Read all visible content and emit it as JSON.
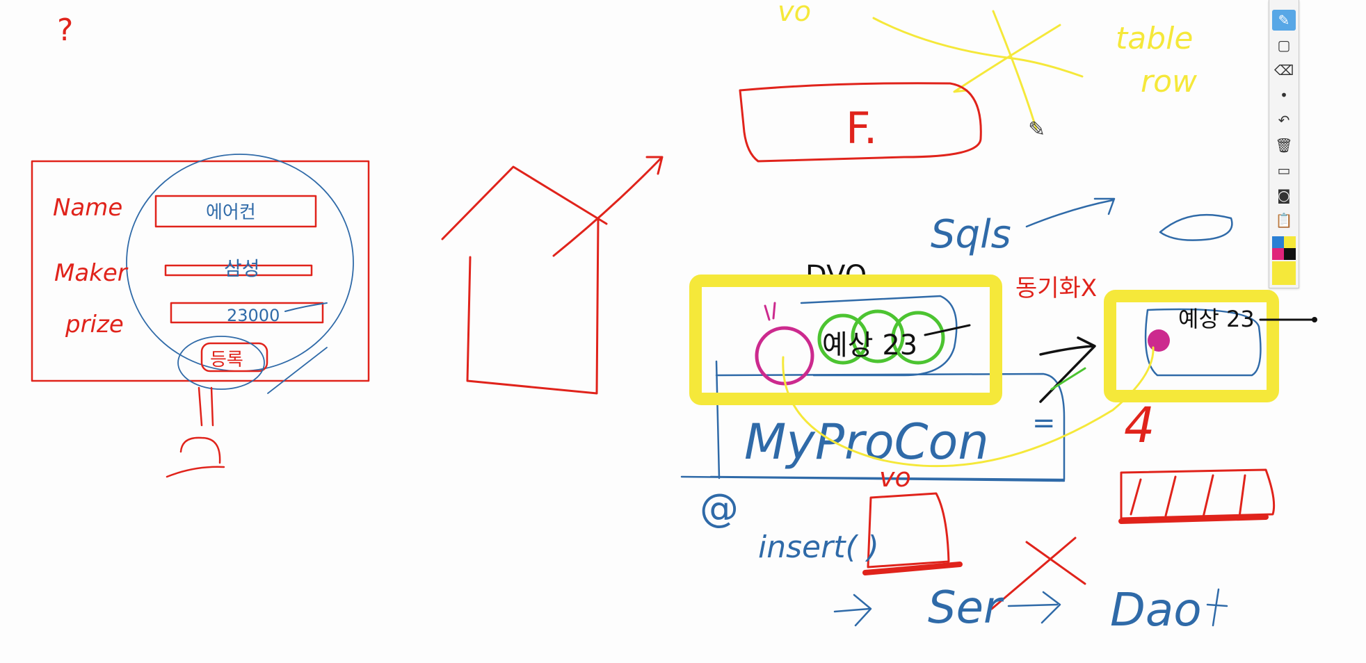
{
  "colors": {
    "red": "#e0231b",
    "blue": "#2f6aa8",
    "yellow": "#f5e83a",
    "green": "#4cc431",
    "magenta": "#cc2a8e",
    "black": "#111111"
  },
  "board": {
    "question_mark": "?",
    "form_labels": {
      "name": "Name",
      "maker": "Maker",
      "price": "prize"
    },
    "form_values": {
      "name": "에어컨",
      "maker": "삼성",
      "price": "23000"
    },
    "form_button": "등록",
    "f_box_text": "F.",
    "vo_top": "vo",
    "table_row": [
      "table",
      "row"
    ],
    "sqls": "Sqls",
    "dvo": "DVO",
    "sync_note": "동기화X",
    "mypro": "MyProCon",
    "equals": "=",
    "vo_mid": "vo",
    "yesang": "예상 23",
    "yesang_right": "예상 23",
    "four": "4",
    "at": "@",
    "insert": "insert( )",
    "ser": "Ser",
    "dao": "Dao"
  },
  "toolbar": {
    "tools": [
      {
        "icon": "marker-icon",
        "glyph": "✎",
        "active": true
      },
      {
        "icon": "rectangle-icon",
        "glyph": "▢",
        "active": false
      },
      {
        "icon": "eraser-icon",
        "glyph": "⌫",
        "active": false
      },
      {
        "icon": "dot-icon",
        "glyph": "•",
        "active": false
      },
      {
        "icon": "undo-icon",
        "glyph": "↶",
        "active": false
      },
      {
        "icon": "trash-icon",
        "glyph": "🗑",
        "active": false
      },
      {
        "icon": "board-icon",
        "glyph": "▭",
        "active": false
      },
      {
        "icon": "camera-icon",
        "glyph": "◙",
        "active": false
      },
      {
        "icon": "clipboard-icon",
        "glyph": "📋",
        "active": false
      }
    ],
    "swatches": [
      "#2a7fd4",
      "#f5e83a",
      "#e0237a",
      "#111111"
    ]
  }
}
